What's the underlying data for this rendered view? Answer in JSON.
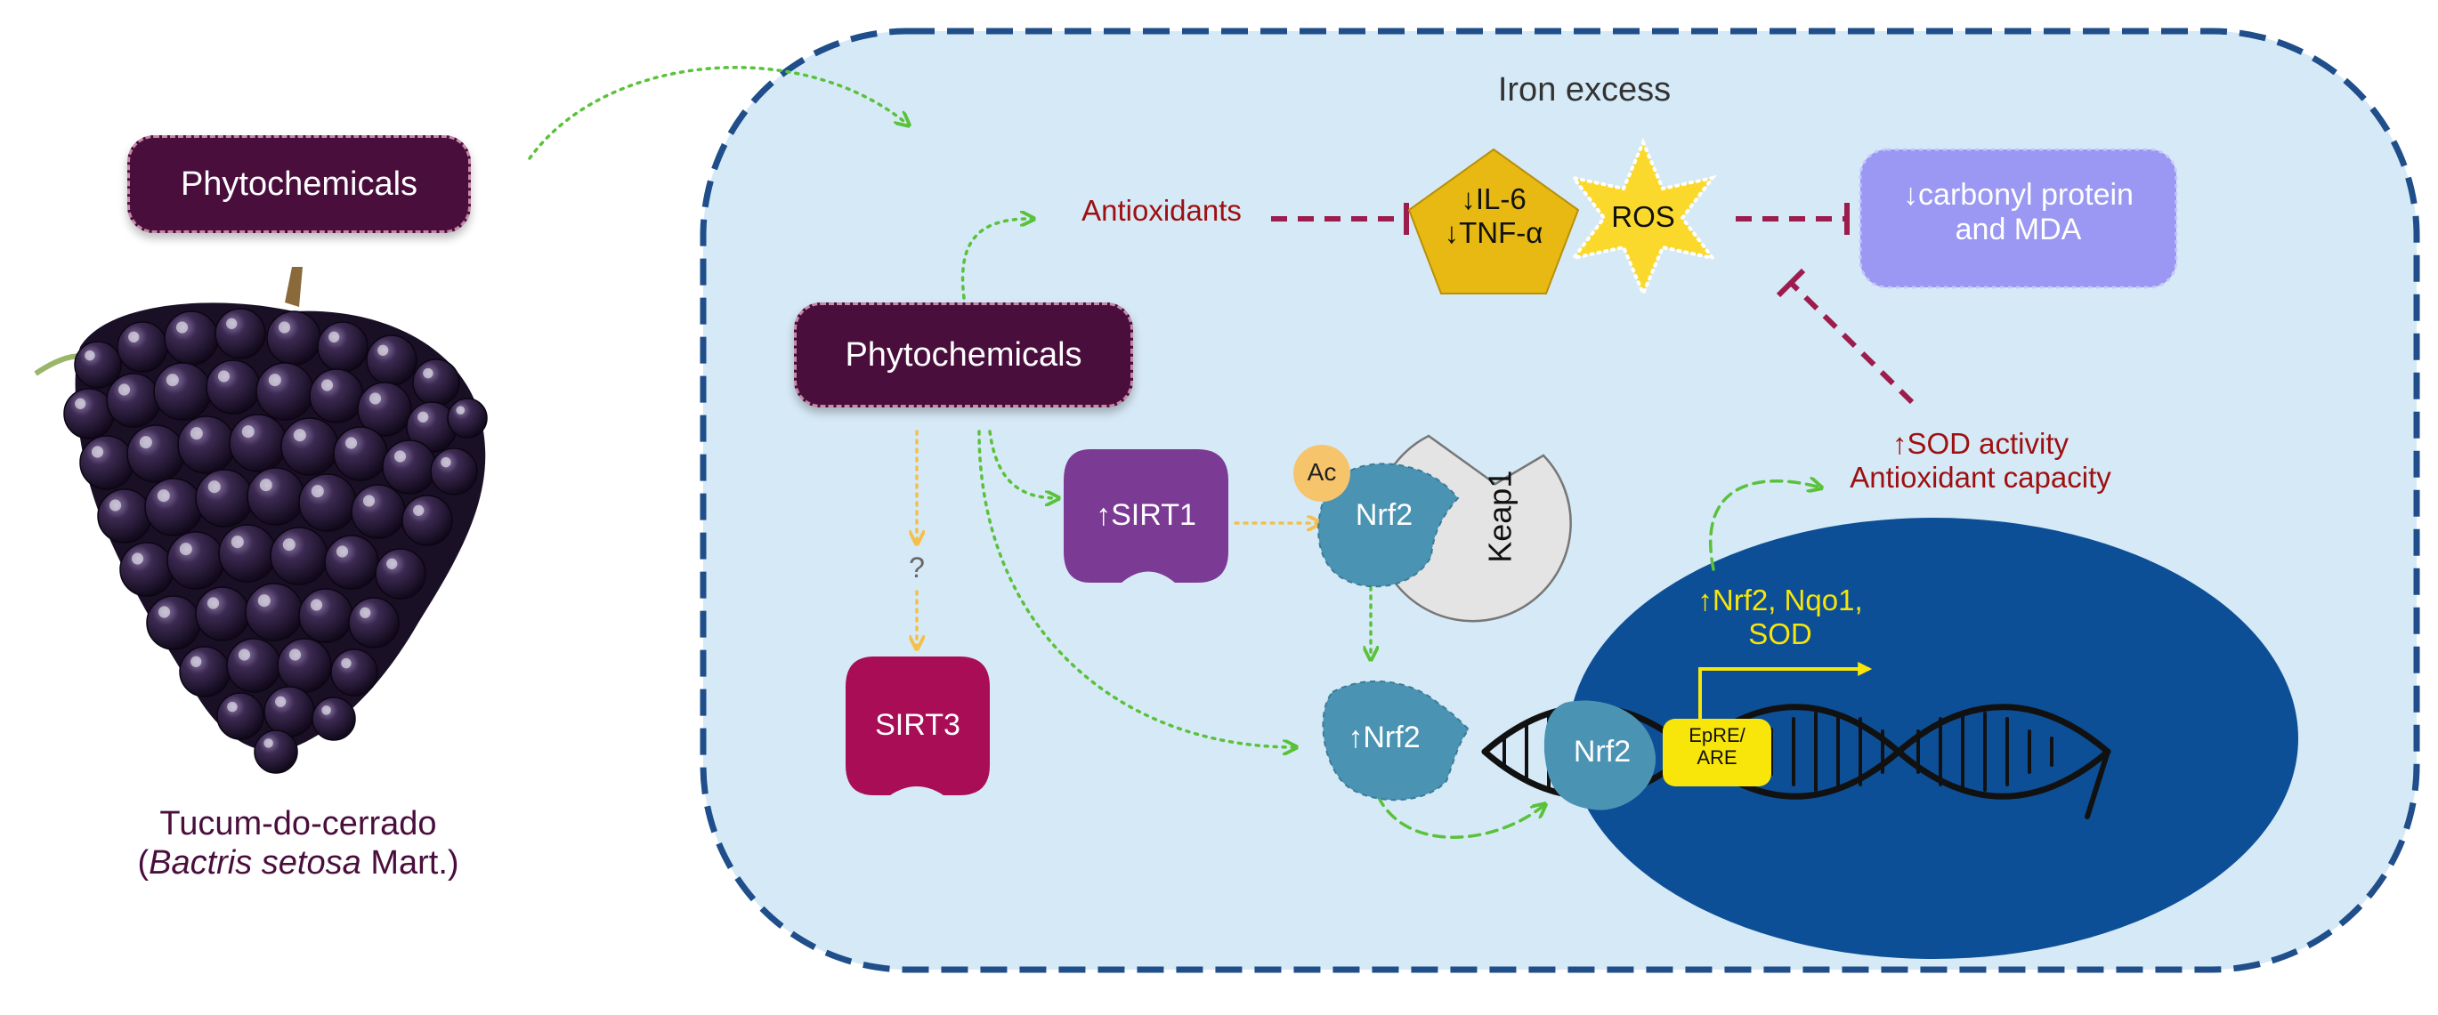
{
  "source": {
    "phytochemicals_label": "Phytochemicals",
    "caption_line1": "Tucum-do-cerrado",
    "caption_open": "(",
    "caption_italic": "Bactris setosa",
    "caption_close": " Mart.)"
  },
  "cell": {
    "title": "Iron excess",
    "phytochemicals_label": "Phytochemicals",
    "antioxidants_label": "Antioxidants",
    "cytokines": {
      "line1": "↓IL-6",
      "line2": "↓TNF-α"
    },
    "ros_label": "ROS",
    "carbonyl": {
      "line1": "↓carbonyl protein",
      "line2": "and MDA"
    },
    "sod": {
      "line1": "↑SOD activity",
      "line2": "Antioxidant capacity"
    },
    "sirt1_label": "↑SIRT1",
    "sirt3_label": "SIRT3",
    "question_mark": "?",
    "ac_label": "Ac",
    "nrf2_label": "Nrf2",
    "keap1_label": "Keap1",
    "nrf2_up_label": "↑Nrf2",
    "nucleus": {
      "genes_line1": "↑Nrf2, Nqo1,",
      "genes_line2": "SOD",
      "nrf2_label": "Nrf2",
      "are_line1": "EpRE/",
      "are_line2": "ARE"
    }
  },
  "colors": {
    "cell_fill": "#d6e9f6",
    "cell_border": "#1f4e8a",
    "nucleus_fill": "#0d4f96",
    "phyto_fill": "#4a0e3d",
    "sirt1_fill": "#7b3a94",
    "sirt3_fill": "#a80d56",
    "nrf2_fill": "#4a93b3",
    "keap1_fill": "#e4e4e4",
    "ac_fill": "#f6c46b",
    "cytokine_fill": "#e7b912",
    "ros_fill": "#fbd92c",
    "carbonyl_fill": "#9a98f2",
    "are_fill": "#f8e50a",
    "inhibit_color": "#9c1c4c",
    "activate_green": "#5ac23a",
    "activate_yellow": "#f4c04a",
    "dark_red_text": "#9e1010",
    "gene_text": "#f8e50a"
  }
}
